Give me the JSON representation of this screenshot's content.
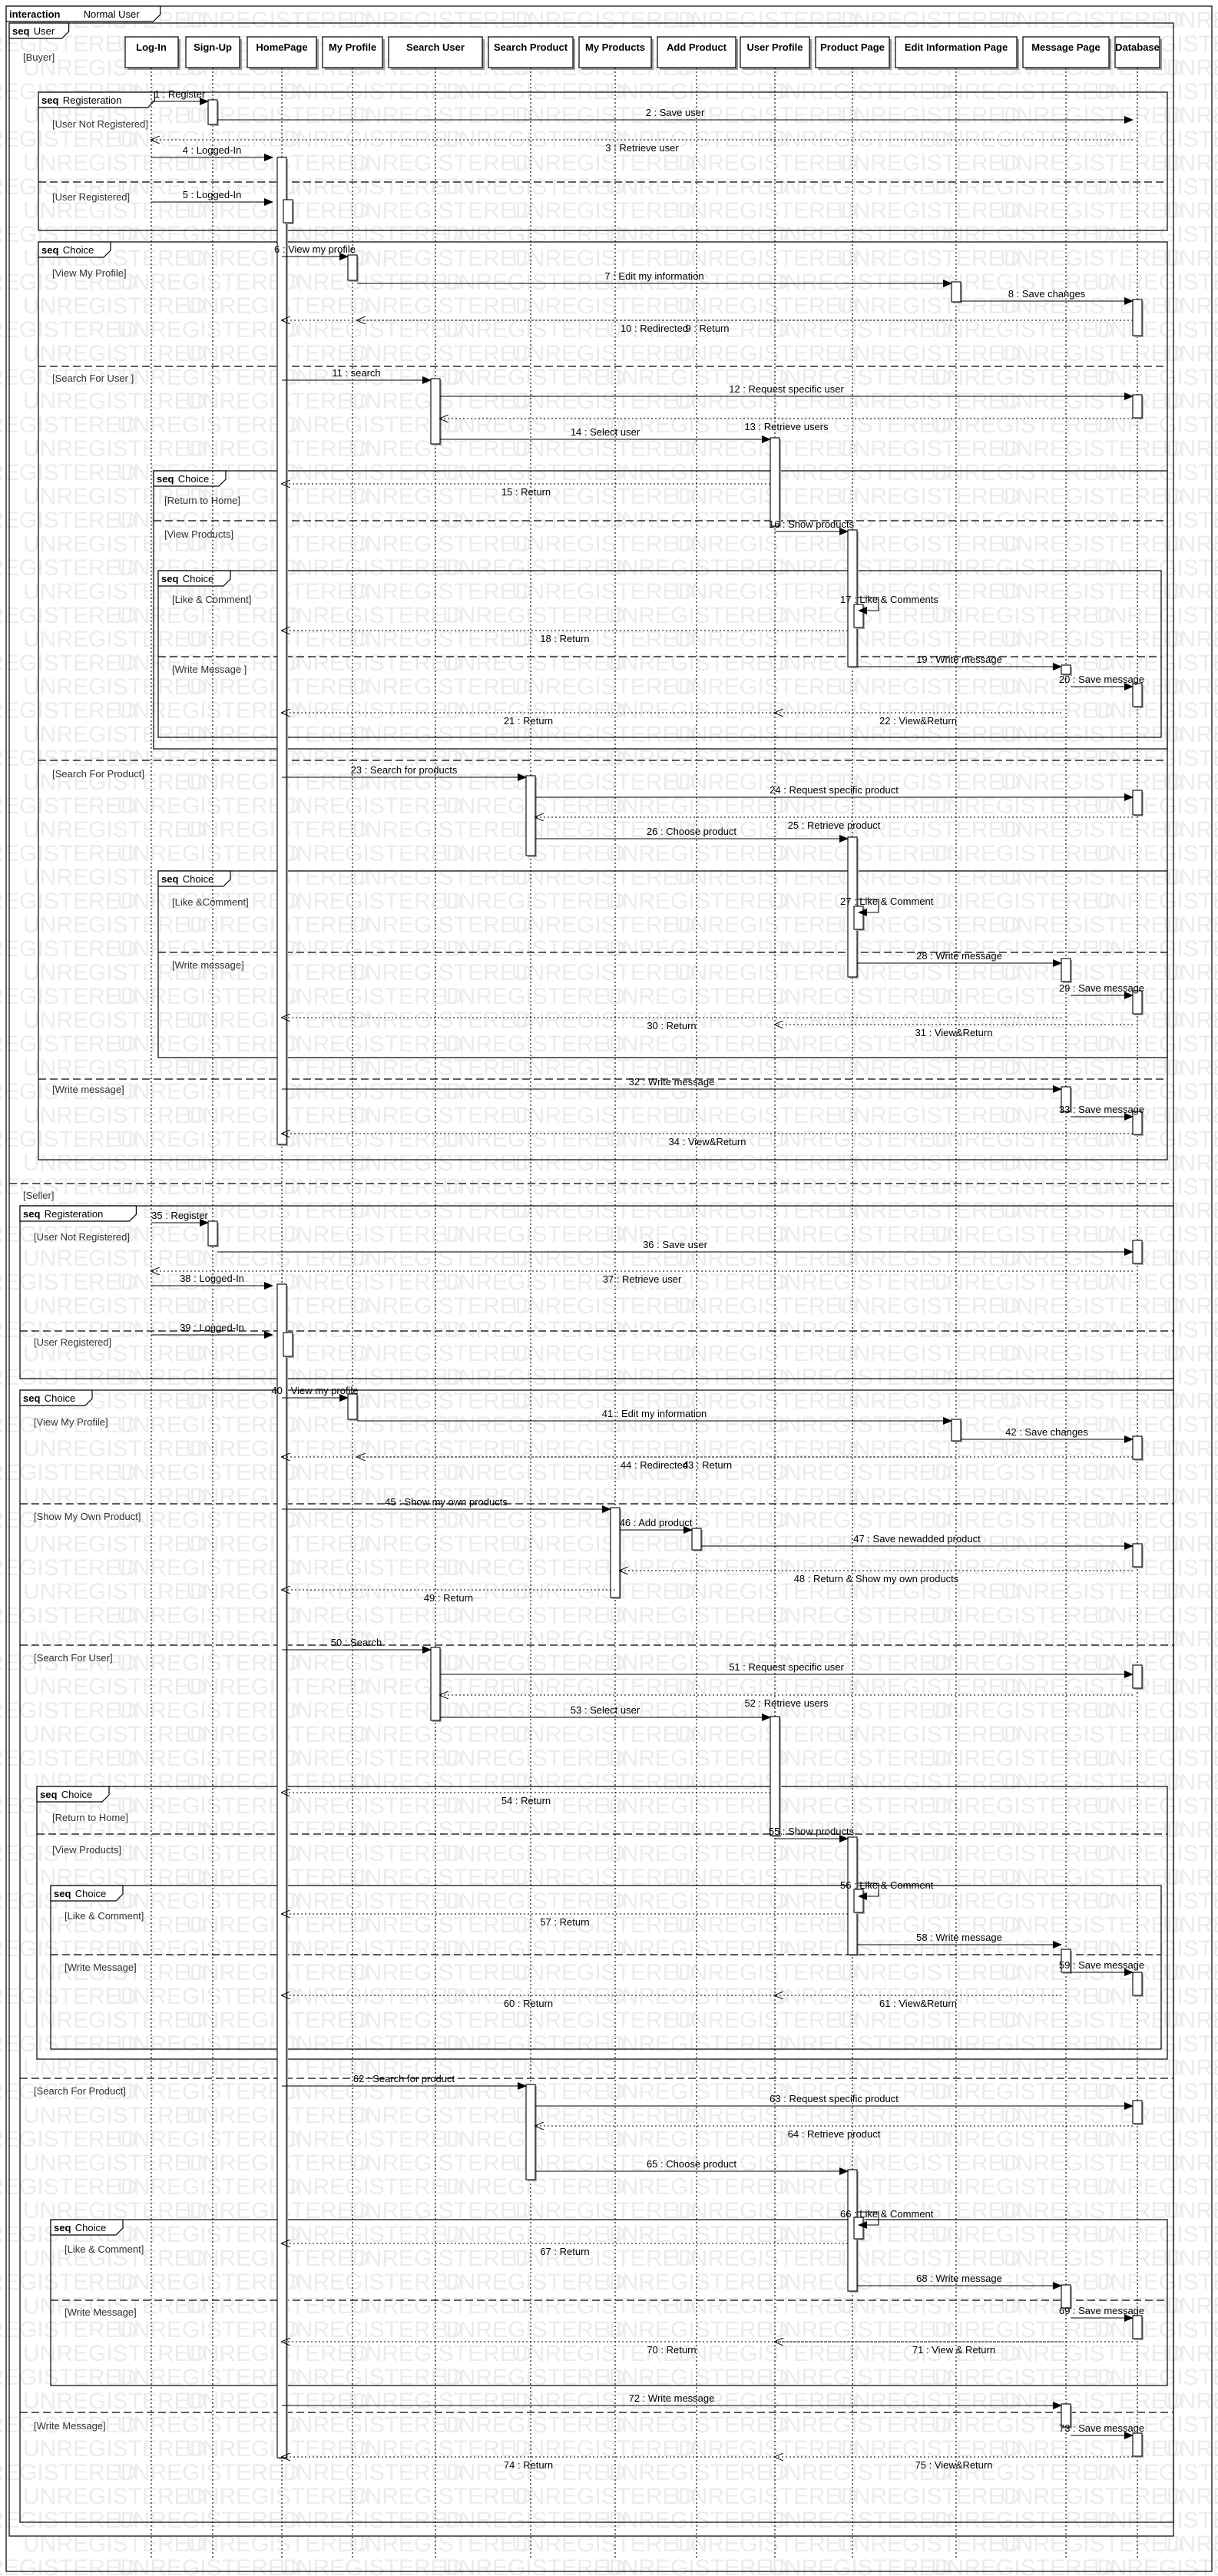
{
  "diagram": {
    "frame_keyword": "interaction",
    "frame_name": "Normal User",
    "outer_fragment": {
      "keyword": "seq",
      "name": "User"
    },
    "watermark_text": "UNREGISTERED"
  },
  "lifelines": [
    "Log-In",
    "Sign-Up",
    "HomePage",
    "My Profile",
    "Search User",
    "Search Product",
    "My Products",
    "Add Product",
    "User Profile",
    "Product Page",
    "Edit Information Page",
    "Message Page",
    "Database"
  ],
  "guards": [
    "[Buyer]",
    "[User Not Registered]",
    "[User Registered]",
    "[View My Profile]",
    "[Search For User ]",
    "[Return to Home]",
    "[View Products]",
    "[Like & Comment]",
    "[Write Message ]",
    "[Search For Product]",
    "[Like &Comment]",
    "[Write message]",
    "[Write message]",
    "[Seller]",
    "[User Not Registered]",
    "[User Registered]",
    "[View My Profile]",
    "[Show My Own Product]",
    "[Search For User]",
    "[Return to Home]",
    "[View Products]",
    "[Like & Comment]",
    "[Write Message]",
    "[Search For Product]",
    "[Like & Comment]",
    "[Write Message]",
    "[Write Message]"
  ],
  "fragments": [
    {
      "keyword": "seq",
      "name": "Registeration"
    },
    {
      "keyword": "seq",
      "name": "Choice"
    },
    {
      "keyword": "seq",
      "name": "Choice"
    },
    {
      "keyword": "seq",
      "name": "Choice"
    },
    {
      "keyword": "seq",
      "name": "Choice"
    },
    {
      "keyword": "seq",
      "name": "Registeration"
    },
    {
      "keyword": "seq",
      "name": "Choice"
    },
    {
      "keyword": "seq",
      "name": "Choice"
    },
    {
      "keyword": "seq",
      "name": "Choice"
    },
    {
      "keyword": "seq",
      "name": "Choice"
    }
  ],
  "messages": [
    "1 : Register",
    "2 : Save user",
    "3 : Retrieve user",
    "4 : Logged-In",
    "5 : Logged-In",
    "6 : View my profile",
    "7 : Edit my information",
    "8 : Save changes",
    "9 : Return",
    "10 : Redirected",
    "11 : search",
    "12 : Request specific user",
    "13 : Retrieve users",
    "14 : Select user",
    "15 : Return",
    "16 : Show products",
    "17 : Like & Comments",
    "18 : Return",
    "19 : Write message",
    "20 : Save message",
    "21 : Return",
    "22 : View&Return",
    "23 : Search for products",
    "24 : Request specific product",
    "25 : Retrieve product",
    "26 : Choose product",
    "27 : Like & Comment",
    "28 : Write message",
    "29 : Save message",
    "30 : Return",
    "31 : View&Return",
    "32 : Write message",
    "33 : Save message",
    "34 : View&Return",
    "35 : Register",
    "36 : Save user",
    "37 : Retrieve user",
    "38 : Logged-In",
    "39 : Logged-In",
    "40 : View my profile",
    "41 : Edit my information",
    "42 : Save changes",
    "43 : Return",
    "44 : Redirected",
    "45 : Show my own products",
    "46 : Add product",
    "47 : Save newadded product",
    "48 : Return & Show my own products",
    "49 : Return",
    "50 : Search",
    "51 : Request specific user",
    "52 : Retrieve users",
    "53 : Select user",
    "54 : Return",
    "55 : Show products",
    "56 : Like & Comment",
    "57 : Return",
    "58 : Write message",
    "59 : Save message",
    "60 : Return",
    "61 : View&Return",
    "62 : Search for product",
    "63 : Request specific product",
    "64 : Retrieve product",
    "65 : Choose product",
    "66 : Like & Comment",
    "67 : Return",
    "68 : Write message",
    "69 : Save message",
    "70 : Return",
    "71 : View & Return",
    "72 : Write message",
    "73 : Save message",
    "74 : Return",
    "75 : View&Return"
  ]
}
